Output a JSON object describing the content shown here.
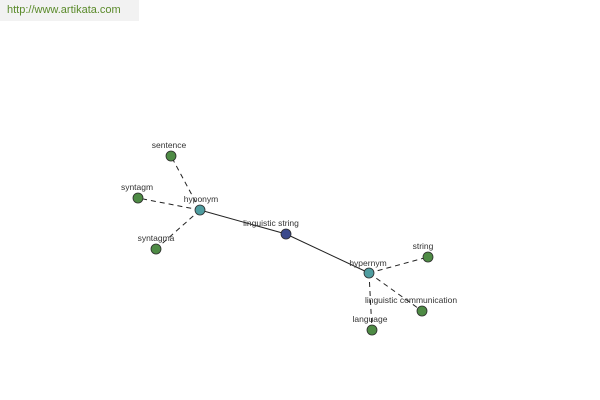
{
  "source_link": {
    "text": "http://www.artikata.com"
  },
  "graph": {
    "colors": {
      "center": "#3b4a8c",
      "relation": "#4f9da0",
      "leaf": "#4e8b45"
    },
    "nodes": [
      {
        "id": "linguistic-string",
        "label": "linguistic string",
        "kind": "center"
      },
      {
        "id": "hyponym",
        "label": "hyponym",
        "kind": "relation"
      },
      {
        "id": "hypernym",
        "label": "hypernym",
        "kind": "relation"
      },
      {
        "id": "sentence",
        "label": "sentence",
        "kind": "leaf"
      },
      {
        "id": "syntagm",
        "label": "syntagm",
        "kind": "leaf"
      },
      {
        "id": "syntagma",
        "label": "syntagma",
        "kind": "leaf"
      },
      {
        "id": "string",
        "label": "string",
        "kind": "leaf"
      },
      {
        "id": "linguistic-communication",
        "label": "linguistic communication",
        "kind": "leaf"
      },
      {
        "id": "language",
        "label": "language",
        "kind": "leaf"
      }
    ],
    "edges": [
      {
        "from": "linguistic-string",
        "to": "hyponym",
        "style": "solid"
      },
      {
        "from": "linguistic-string",
        "to": "hypernym",
        "style": "solid"
      },
      {
        "from": "hyponym",
        "to": "sentence",
        "style": "dashed"
      },
      {
        "from": "hyponym",
        "to": "syntagm",
        "style": "dashed"
      },
      {
        "from": "hyponym",
        "to": "syntagma",
        "style": "dashed"
      },
      {
        "from": "hypernym",
        "to": "string",
        "style": "dashed"
      },
      {
        "from": "hypernym",
        "to": "linguistic-communication",
        "style": "dashed"
      },
      {
        "from": "hypernym",
        "to": "language",
        "style": "dashed"
      }
    ]
  }
}
